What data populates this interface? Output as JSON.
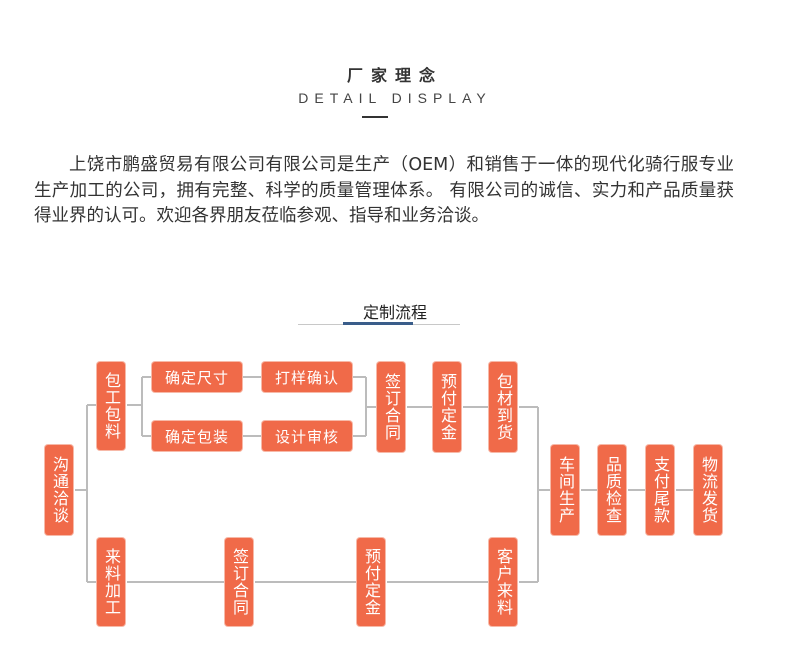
{
  "header": {
    "title_cn": "厂家理念",
    "title_en": "DETAIL DISPLAY"
  },
  "intro_text": "上饶市鹏盛贸易有限公司有限公司是生产（OEM）和销售于一体的现代化骑行服专业生产加工的公司，拥有完整、科学的质量管理体系。 有限公司的诚信、实力和产品质量获得业界的认可。欢迎各界朋友莅临参观、指导和业务洽谈。",
  "flow": {
    "title": "定制流程",
    "steps": {
      "goutong": "沟通洽谈",
      "baogong": "包工包料",
      "laoliao": "来料加工",
      "queding_chicun": "确定尺寸",
      "queding_baozhuang": "确定包装",
      "dayang": "打样确认",
      "sheji": "设计审核",
      "qianding_1": "签订合同",
      "yufu_1": "预付定金",
      "baocai": "包材到货",
      "qianding_2": "签订合同",
      "yufu_2": "预付定金",
      "kehu": "客户来料",
      "chejian": "车间生产",
      "zhijian": "品质检查",
      "zhifu": "支付尾款",
      "wuliu": "物流发货"
    }
  },
  "colors": {
    "box": "#f06a49",
    "connector": "#bcbcbc",
    "accent": "#3a5d8a"
  }
}
